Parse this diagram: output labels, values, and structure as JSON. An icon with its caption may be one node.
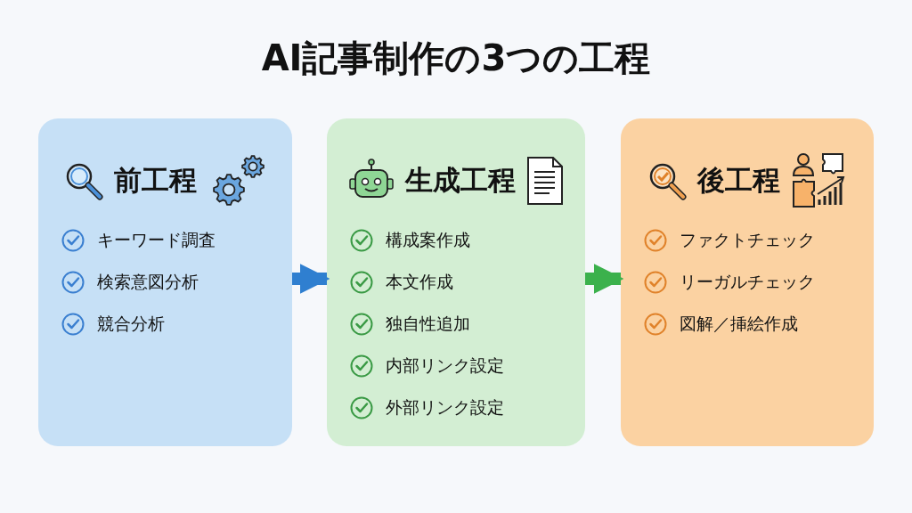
{
  "diagram": {
    "title": "AI記事制作の3つの工程",
    "nodes": [
      {
        "text": [
          "前工程",
          "キーワード調査",
          "検索意図分析",
          "競合分析"
        ]
      },
      {
        "text": [
          "生成工程",
          "構成案作成",
          "本文作成",
          "独自性追加",
          "内部リンク設定",
          "外部リンク設定"
        ]
      },
      {
        "text": [
          "後工程",
          "ファクトチェック",
          "リーガルチェック",
          "図解／挿絵作成"
        ]
      }
    ],
    "edges": [
      {
        "from": 0,
        "to": 1,
        "arrow": "to",
        "color": "#2f7fd0"
      },
      {
        "from": 1,
        "to": 2,
        "arrow": "to",
        "color": "#3bb14c"
      }
    ]
  }
}
